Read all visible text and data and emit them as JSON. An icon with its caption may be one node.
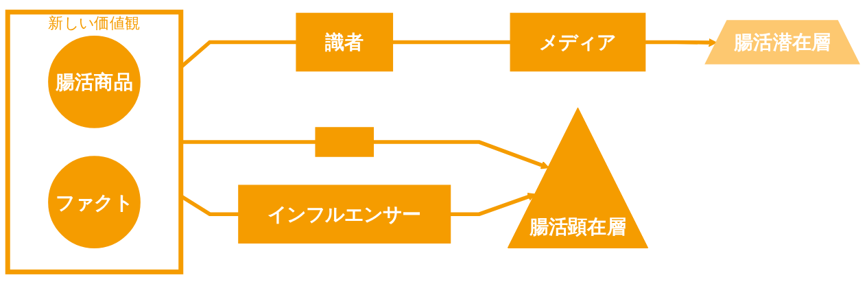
{
  "diagram": {
    "nodes": [
      {
        "text": [
          "新しい価値観"
        ]
      },
      {
        "text": [
          "腸活商品"
        ],
        "in": 0
      },
      {
        "text": [
          "ファクト"
        ],
        "in": 0
      },
      {
        "text": [],
        "shape": "box"
      },
      {
        "text": [
          "インフルエンサー"
        ]
      },
      {
        "text": [
          "識者"
        ]
      },
      {
        "text": [
          "メディア"
        ]
      },
      {
        "text": [
          "腸活顕在層"
        ]
      },
      {
        "text": [
          "腸活潜在層"
        ]
      }
    ],
    "edges": [
      {
        "from": 0,
        "to": 3,
        "arrow": "none"
      },
      {
        "from": 3,
        "to": 7,
        "arrow": "to"
      },
      {
        "from": 0,
        "to": 4,
        "arrow": "none"
      },
      {
        "from": 4,
        "to": 7,
        "arrow": "to"
      },
      {
        "from": 0,
        "to": 5,
        "arrow": "none"
      },
      {
        "from": 5,
        "to": 6,
        "arrow": "none"
      },
      {
        "from": 6,
        "to": 8,
        "arrow": "to"
      }
    ]
  }
}
